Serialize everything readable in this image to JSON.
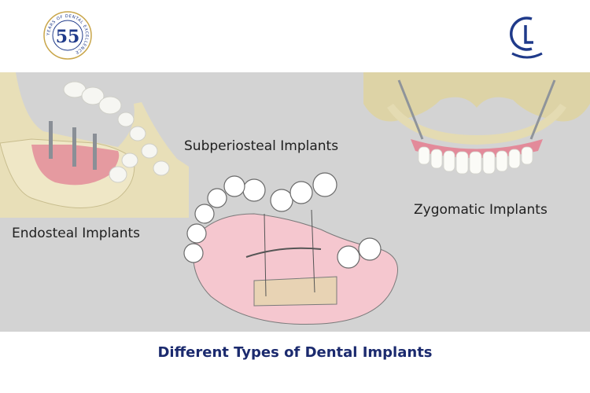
{
  "labels": {
    "endosteal": "Endosteal Implants",
    "subperiosteal": "Subperiosteal Implants",
    "zygomatic": "Zygomatic Implants"
  },
  "caption": "Different Types of Dental Implants",
  "badge": {
    "number": "55",
    "ring_text": "YEARS OF DENTAL EXCELLENCE"
  },
  "colors": {
    "caption": "#1b2a6e",
    "panel_bg": "#d3d3d3",
    "brand": "#1f3a8a"
  }
}
